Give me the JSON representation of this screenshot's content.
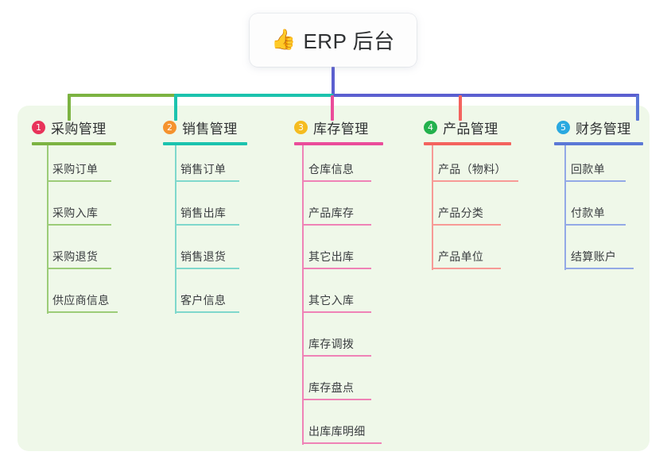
{
  "diagram": {
    "type": "org-tree",
    "root": {
      "icon": "thumbs-up-emoji",
      "icon_glyph": "👍",
      "label": "ERP 后台"
    },
    "panel_color": "#eff8e9",
    "columns": [
      {
        "number": "1",
        "title": "采购管理",
        "color": "#7cb342",
        "badge_color": "#e8335a",
        "items": [
          "采购订单",
          "采购入库",
          "采购退货",
          "供应商信息"
        ]
      },
      {
        "number": "2",
        "title": "销售管理",
        "color": "#1cc3ae",
        "badge_color": "#f5932e",
        "items": [
          "销售订单",
          "销售出库",
          "销售退货",
          "客户信息"
        ]
      },
      {
        "number": "3",
        "title": "库存管理",
        "color": "#ea4c9a",
        "badge_color": "#f5bc20",
        "items": [
          "仓库信息",
          "产品库存",
          "其它出库",
          "其它入库",
          "库存调拨",
          "库存盘点",
          "出库库明细"
        ]
      },
      {
        "number": "4",
        "title": "产品管理",
        "color": "#f4635e",
        "badge_color": "#23b14d",
        "items": [
          "产品（物料）",
          "产品分类",
          "产品单位"
        ]
      },
      {
        "number": "5",
        "title": "财务管理",
        "color": "#5b78d6",
        "badge_color": "#2aa9e0",
        "items": [
          "回款单",
          "付款单",
          "结算账户"
        ]
      }
    ],
    "connectors": {
      "trunk_color": "#5b5fd0",
      "bar_segments": [
        {
          "color": "#7cb342"
        },
        {
          "color": "#1cc3ae"
        },
        {
          "color": "#5b5fd0"
        }
      ]
    }
  }
}
